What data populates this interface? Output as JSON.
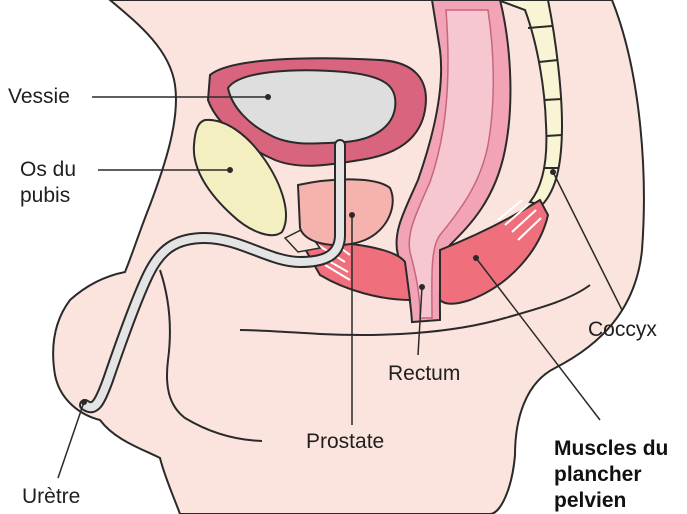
{
  "labels": {
    "vessie": "Vessie",
    "os_pubis_line1": "Os du",
    "os_pubis_line2": "pubis",
    "uretre": "Urètre",
    "prostate": "Prostate",
    "rectum": "Rectum",
    "coccyx": "Coccyx",
    "muscles_line1": "Muscles du",
    "muscles_line2": "plancher",
    "muscles_line3": "pelvien"
  },
  "colors": {
    "skin": "#fbe4dd",
    "bladder_wall": "#d8647d",
    "bladder_inner": "#dedede",
    "pubic_bone": "#f3efc1",
    "prostate": "#f6b3ad",
    "rectum": "#f2a3b5",
    "pelvic_muscle": "#ef6f7c",
    "coccyx": "#f8f4d4",
    "urethra": "#e4e4e4",
    "outline": "#2a2a2a"
  }
}
